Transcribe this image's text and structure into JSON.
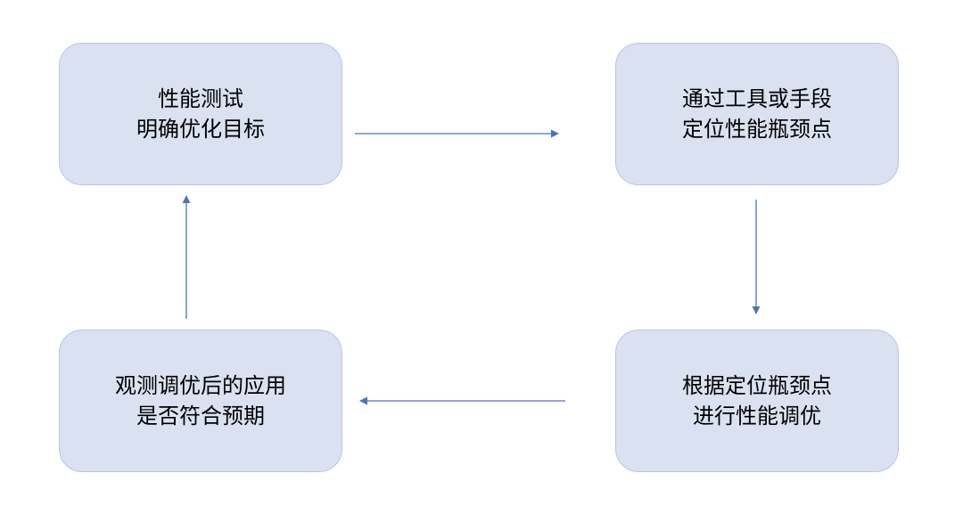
{
  "diagram": {
    "nodes": [
      {
        "id": "test",
        "lines": [
          "性能测试",
          "明确优化目标"
        ]
      },
      {
        "id": "locate",
        "lines": [
          "通过工具或手段",
          "定位性能瓶颈点"
        ]
      },
      {
        "id": "tune",
        "lines": [
          "根据定位瓶颈点",
          "进行性能调优"
        ]
      },
      {
        "id": "observe",
        "lines": [
          "观测调优后的应用",
          "是否符合预期"
        ]
      }
    ],
    "edges": [
      {
        "from": "test",
        "to": "locate"
      },
      {
        "from": "locate",
        "to": "tune"
      },
      {
        "from": "tune",
        "to": "observe"
      },
      {
        "from": "observe",
        "to": "test"
      }
    ],
    "colors": {
      "node_fill": "#dae1f0",
      "node_border": "#b8c6e3",
      "arrow": "#4a72c0",
      "text": "#000000"
    }
  }
}
